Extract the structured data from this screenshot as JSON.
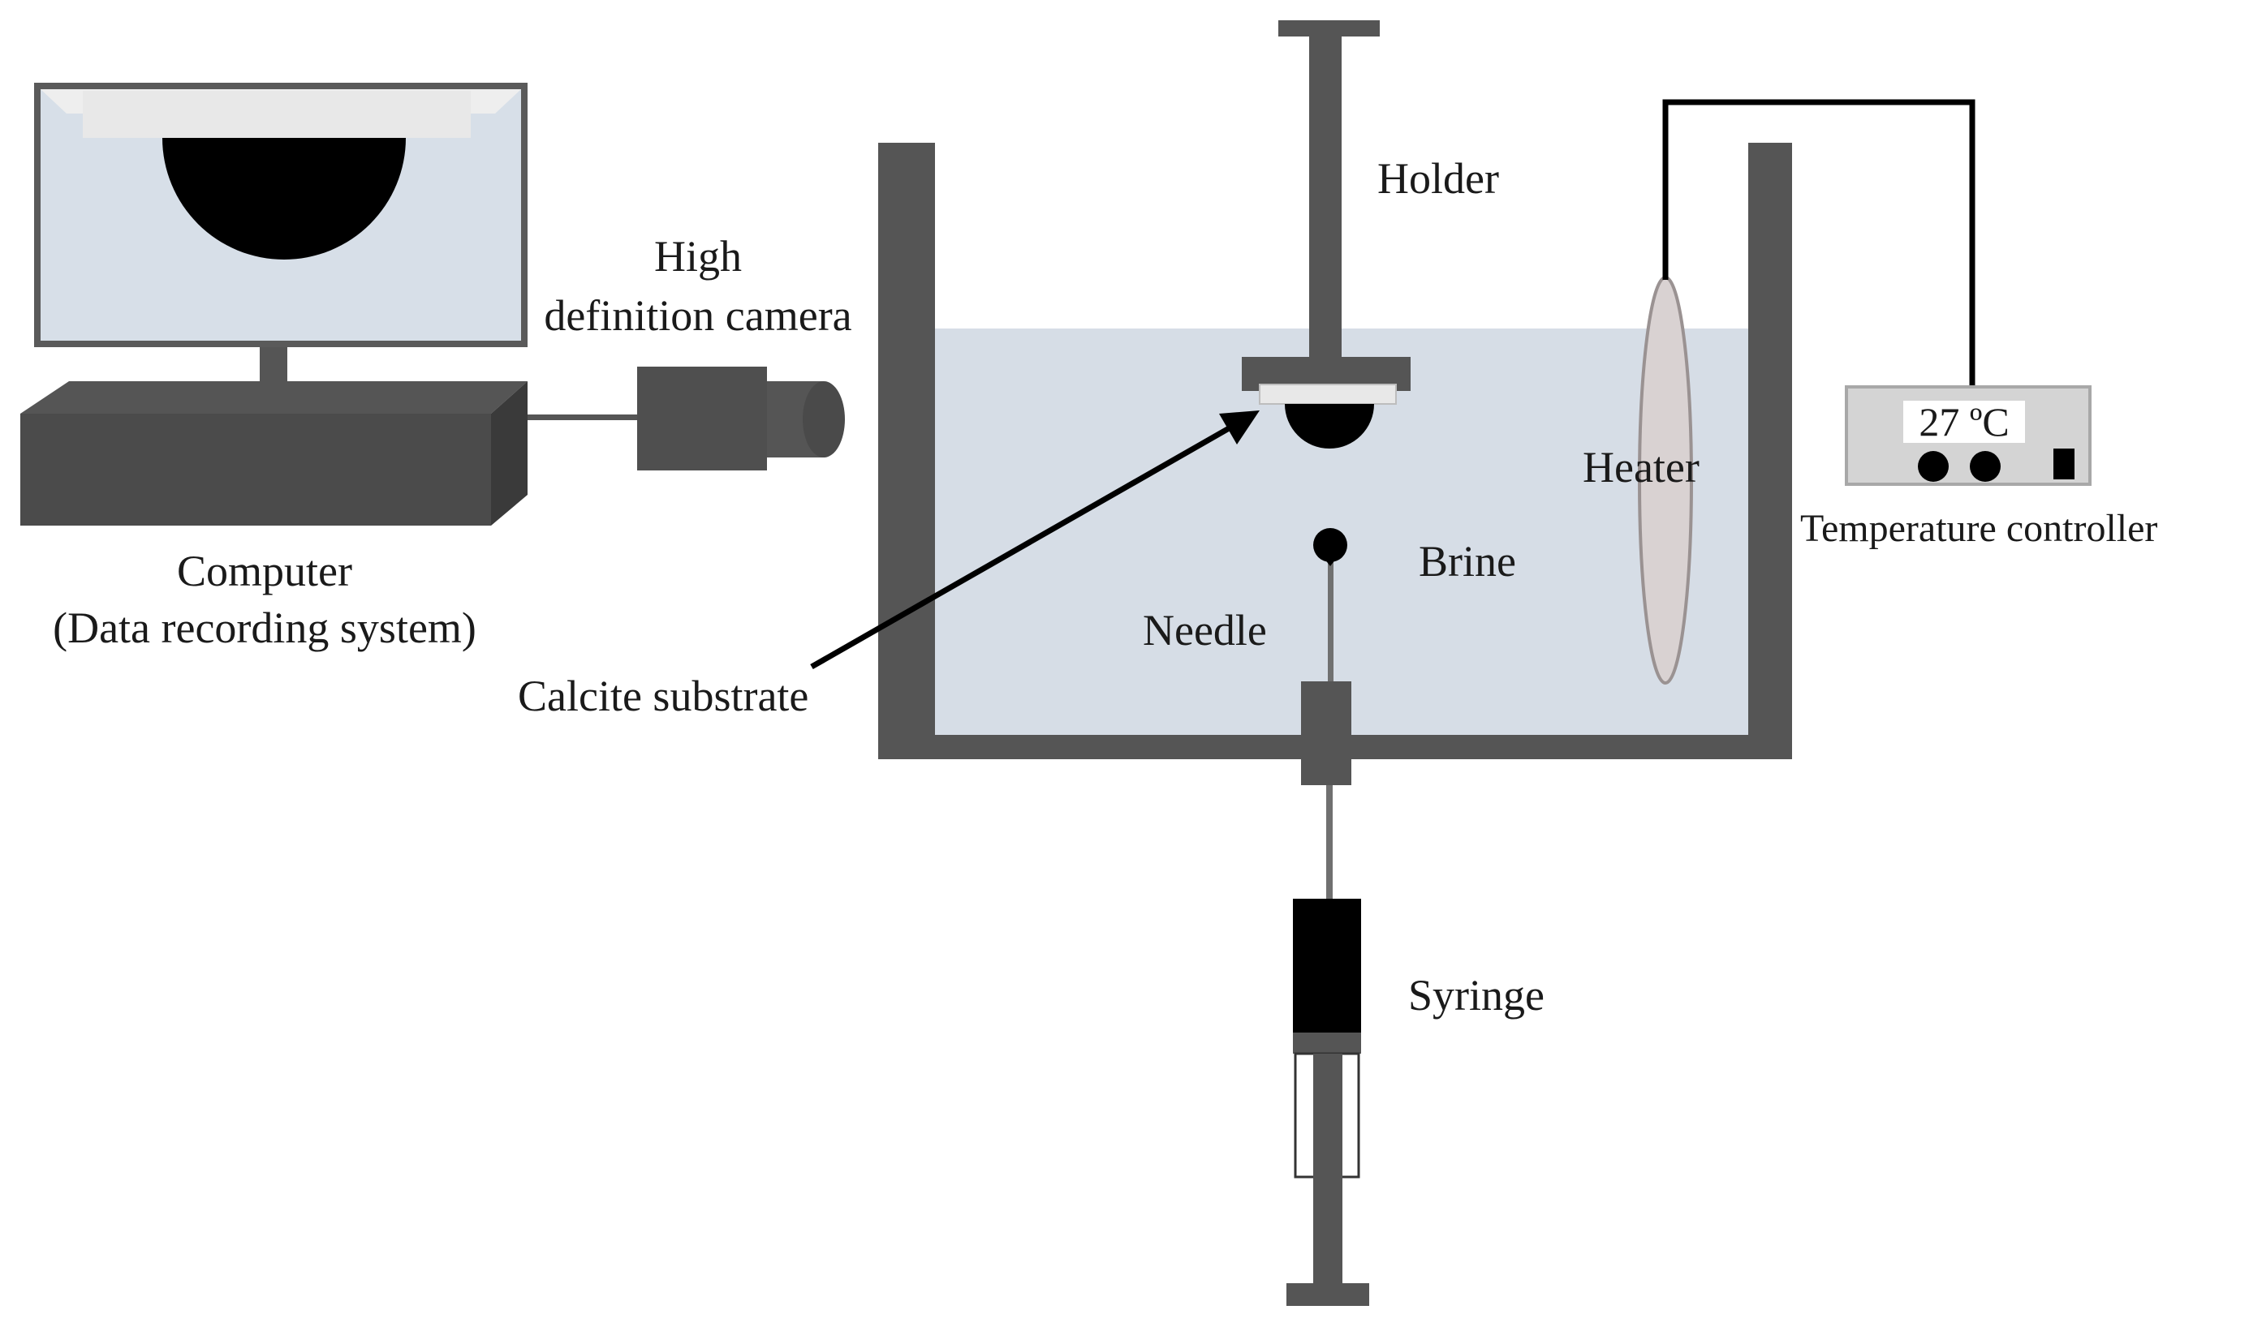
{
  "labels": {
    "computer": "Computer",
    "computer_sub": "(Data recording system)",
    "camera_line1": "High",
    "camera_line2": "definition camera",
    "holder": "Holder",
    "heater": "Heater",
    "brine": "Brine",
    "needle": "Needle",
    "calcite": "Calcite substrate",
    "syringe": "Syringe",
    "temp_display": "27 ºC",
    "temp_controller": "Temperature controller"
  },
  "colors": {
    "dark_gray": "#555555",
    "brine_fill": "#d6dde6",
    "screen_fill": "#d7dfe8",
    "heater_fill": "#d9d2d2",
    "controller_fill": "#d4d4d4",
    "black": "#000000"
  }
}
